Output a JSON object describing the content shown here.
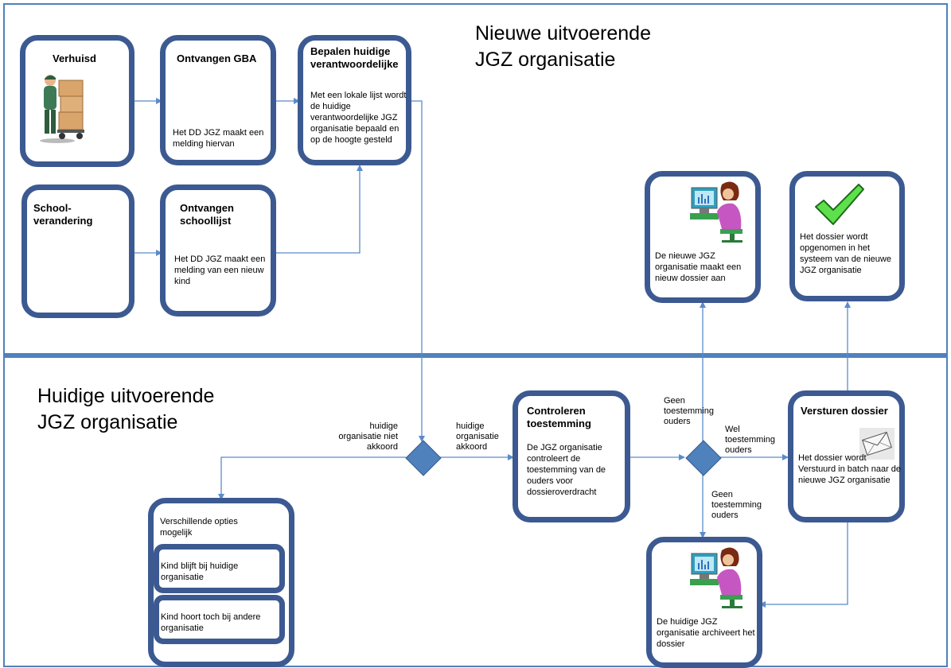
{
  "lanes": {
    "top": [
      "Nieuwe uitvoerende",
      "JGZ organisatie"
    ],
    "bottom": [
      "Huidige uitvoerende",
      "JGZ organisatie"
    ]
  },
  "boxes": {
    "verhuisd": {
      "title": "Verhuisd"
    },
    "ontvangen_gba": {
      "title": "Ontvangen GBA",
      "body": "Het DD JGZ maakt een melding hiervan"
    },
    "bepalen": {
      "title": "Bepalen huidige verantwoordelijke",
      "body": "Met een lokale lijst wordt de huidige verantwoordelijke JGZ organisatie bepaald en op de hoogte gesteld"
    },
    "school": {
      "title": "School-verandering"
    },
    "ontvangen_schoollijst": {
      "title": "Ontvangen schoollijst",
      "body": "Het DD JGZ maakt een melding van een nieuw kind"
    },
    "nieuw_dossier": {
      "body": "De nieuwe JGZ organisatie maakt een nieuw dossier aan"
    },
    "opgenomen": {
      "body": "Het dossier wordt opgenomen in het systeem van de nieuwe JGZ organisatie"
    },
    "controleren": {
      "title": "Controleren toestemming",
      "body": "De JGZ organisatie controleert de toestemming van de ouders voor dossieroverdracht"
    },
    "versturen": {
      "title": "Versturen dossier",
      "body": "Het dossier wordt Verstuurd in batch naar de nieuwe JGZ organisatie"
    },
    "opties": {
      "body": "Verschillende opties mogelijk"
    },
    "optie1": {
      "body": "Kind blijft bij huidige organisatie"
    },
    "optie2": {
      "body": "Kind hoort toch bij andere organisatie"
    },
    "archiveert": {
      "body": "De huidige JGZ organisatie archiveert het dossier"
    }
  },
  "edge_labels": {
    "niet_akkoord": "huidige organisatie niet akkoord",
    "akkoord": "huidige organisatie akkoord",
    "geen_top": "Geen toestemming ouders",
    "wel": "Wel toestemming ouders",
    "geen_bottom": "Geen toestemming ouders"
  },
  "icons": [
    "mover-icon",
    "computer-user-icon",
    "checkmark-icon",
    "envelope-icon"
  ],
  "colors": {
    "box_border": "#3c5a91",
    "lane_divider": "#4f81bd",
    "arrow": "#5b8bc9",
    "diamond": "#4f81bd",
    "check": "#5ee04a"
  }
}
